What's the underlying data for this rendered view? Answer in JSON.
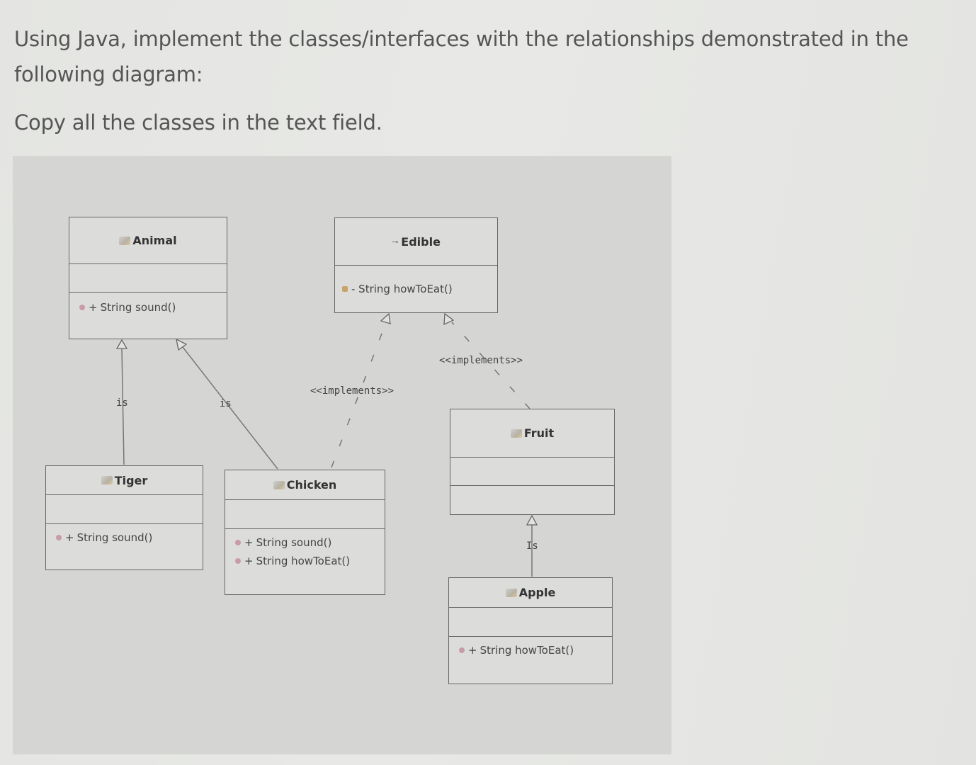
{
  "question": {
    "line1": "Using Java, implement the classes/interfaces with the relationships demonstrated in the following diagram:",
    "line2": "Copy all  the classes in the text field."
  },
  "diagram": {
    "classes": {
      "animal": {
        "name": "Animal",
        "ops": [
          "String sound()"
        ]
      },
      "edible": {
        "name": "Edible",
        "ops": [
          "- String howToEat()"
        ]
      },
      "tiger": {
        "name": "Tiger",
        "ops": [
          "String sound()"
        ]
      },
      "chicken": {
        "name": "Chicken",
        "ops": [
          "String sound()",
          "String howToEat()"
        ]
      },
      "fruit": {
        "name": "Fruit",
        "ops": []
      },
      "apple": {
        "name": "Apple",
        "ops": [
          "String howToEat()"
        ]
      }
    },
    "labels": {
      "is1": "is",
      "is2": "is",
      "is3": "Is",
      "implements1": "<<implements>>",
      "implements2": "<<implements>>"
    }
  }
}
